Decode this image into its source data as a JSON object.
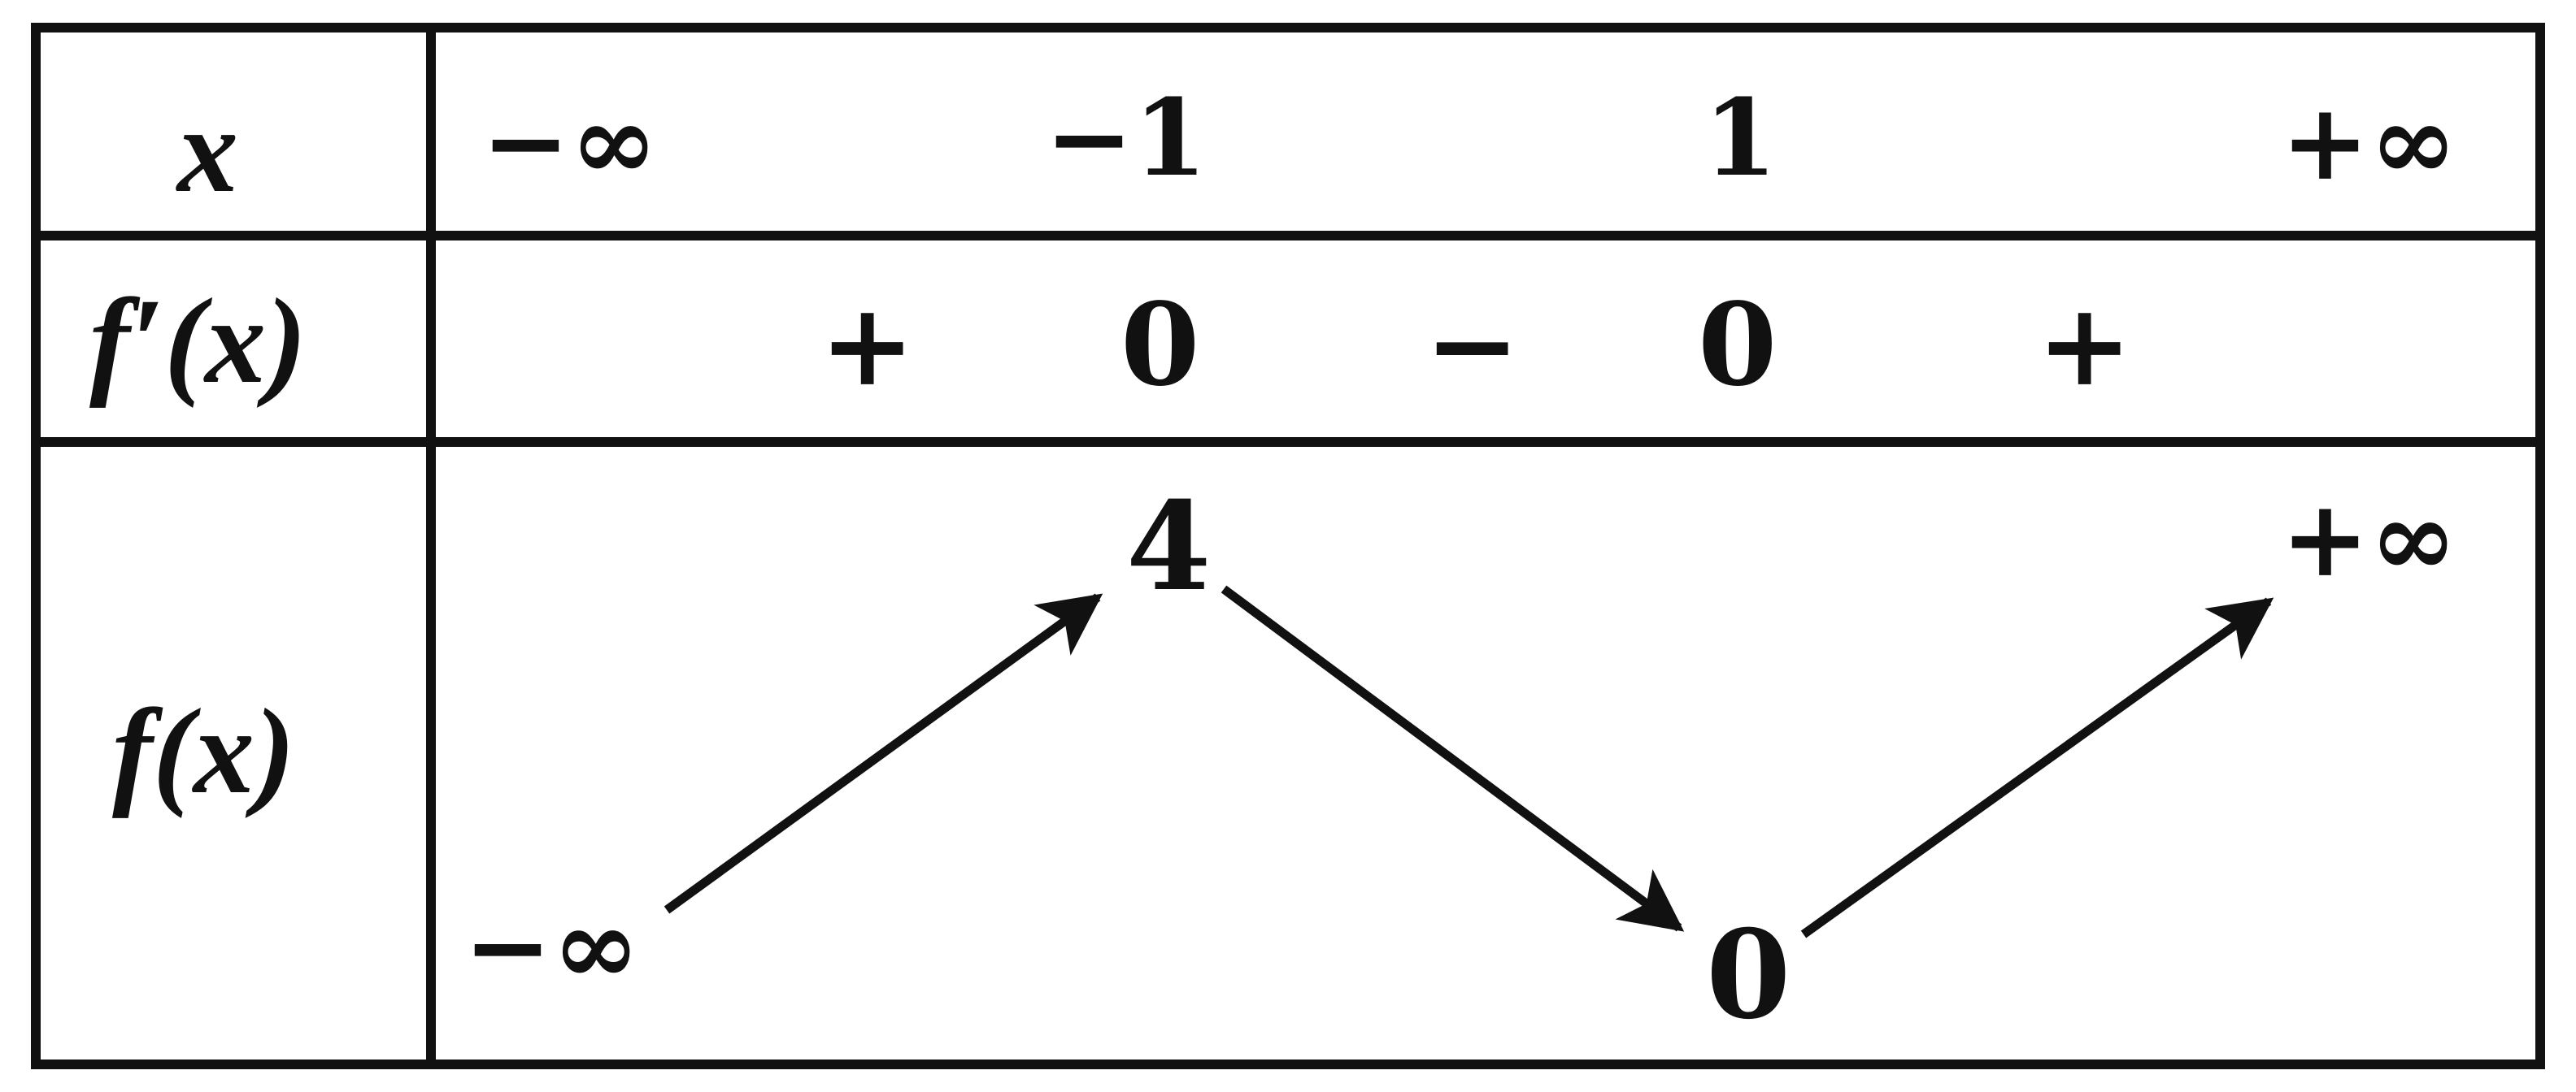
{
  "table": {
    "row_labels": {
      "x": "x",
      "fprime": "f′(x)",
      "f": "f(x)"
    },
    "x_values": [
      "−∞",
      "−1",
      "1",
      "+∞"
    ],
    "fprime_values": [
      "+",
      "0",
      "−",
      "0",
      "+"
    ],
    "f_values": {
      "start": "−∞",
      "max": "4",
      "min": "0",
      "end": "+∞"
    }
  },
  "colors": {
    "ink": "#111111",
    "background": "#ffffff"
  }
}
